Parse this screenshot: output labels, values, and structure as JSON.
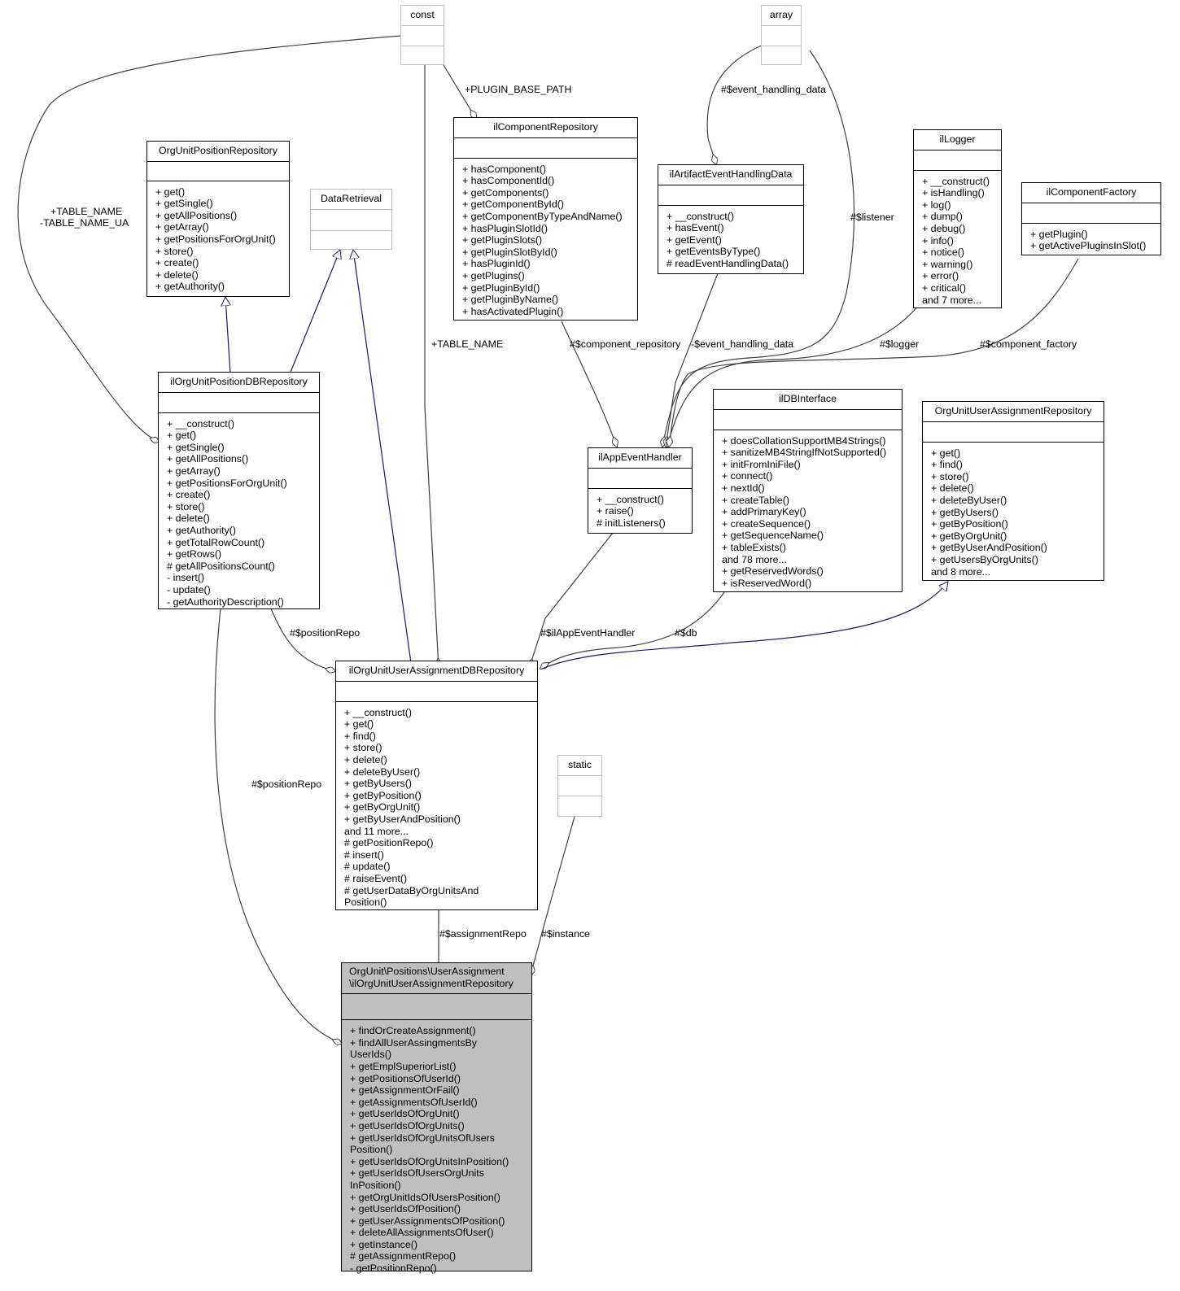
{
  "classes": {
    "const": {
      "name": "const",
      "ops": []
    },
    "array": {
      "name": "array",
      "ops": []
    },
    "static": {
      "name": "static",
      "ops": []
    },
    "data_retrieval": {
      "name": "DataRetrieval",
      "ops": []
    },
    "org_unit_position_repository": {
      "name": "OrgUnitPositionRepository",
      "ops": [
        "+ get()",
        "+ getSingle()",
        "+ getAllPositions()",
        "+ getArray()",
        "+ getPositionsForOrgUnit()",
        "+ store()",
        "+ create()",
        "+ delete()",
        "+ getAuthority()"
      ]
    },
    "il_component_repository": {
      "name": "ilComponentRepository",
      "ops": [
        "+ hasComponent()",
        "+ hasComponentId()",
        "+ getComponents()",
        "+ getComponentById()",
        "+ getComponentByTypeAndName()",
        "+ hasPluginSlotId()",
        "+ getPluginSlots()",
        "+ getPluginSlotById()",
        "+ hasPluginId()",
        "+ getPlugins()",
        "+ getPluginById()",
        "+ getPluginByName()",
        "+ hasActivatedPlugin()"
      ]
    },
    "il_artifact_event_handling_data": {
      "name": "ilArtifactEventHandlingData",
      "ops": [
        "+ __construct()",
        "+ hasEvent()",
        "+ getEvent()",
        "+ getEventsByType()",
        "# readEventHandlingData()"
      ]
    },
    "il_logger": {
      "name": "ilLogger",
      "ops": [
        "+ __construct()",
        "+ isHandling()",
        "+ log()",
        "+ dump()",
        "+ debug()",
        "+ info()",
        "+ notice()",
        "+ warning()",
        "+ error()",
        "+ critical()",
        "and 7 more..."
      ]
    },
    "il_component_factory": {
      "name": "ilComponentFactory",
      "ops": [
        "+ getPlugin()",
        "+ getActivePluginsInSlot()"
      ]
    },
    "il_org_unit_position_db_repository": {
      "name": "ilOrgUnitPositionDBRepository",
      "ops": [
        "+ __construct()",
        "+ get()",
        "+ getSingle()",
        "+ getAllPositions()",
        "+ getArray()",
        "+ getPositionsForOrgUnit()",
        "+ create()",
        "+ store()",
        "+ delete()",
        "+ getAuthority()",
        "+ getTotalRowCount()",
        "+ getRows()",
        "# getAllPositionsCount()",
        "- insert()",
        "- update()",
        "- getAuthorityDescription()"
      ]
    },
    "il_app_event_handler": {
      "name": "ilAppEventHandler",
      "ops": [
        "+ __construct()",
        "+ raise()",
        "# initListeners()"
      ]
    },
    "il_db_interface": {
      "name": "ilDBInterface",
      "ops": [
        "+ doesCollationSupportMB4Strings()",
        "+ sanitizeMB4StringIfNotSupported()",
        "+ initFromIniFile()",
        "+ connect()",
        "+ nextId()",
        "+ createTable()",
        "+ addPrimaryKey()",
        "+ createSequence()",
        "+ getSequenceName()",
        "+ tableExists()",
        "and 78 more...",
        "+ getReservedWords()",
        "+ isReservedWord()"
      ]
    },
    "org_unit_user_assignment_repository": {
      "name": "OrgUnitUserAssignmentRepository",
      "ops": [
        "+ get()",
        "+ find()",
        "+ store()",
        "+ delete()",
        "+ deleteByUser()",
        "+ getByUsers()",
        "+ getByPosition()",
        "+ getByOrgUnit()",
        "+ getByUserAndPosition()",
        "+ getUsersByOrgUnits()",
        "and 8 more..."
      ]
    },
    "il_org_unit_user_assignment_db_repository": {
      "name": "ilOrgUnitUserAssignmentDBRepository",
      "ops": [
        "+ __construct()",
        "+ get()",
        "+ find()",
        "+ store()",
        "+ delete()",
        "+ deleteByUser()",
        "+ getByUsers()",
        "+ getByPosition()",
        "+ getByOrgUnit()",
        "+ getByUserAndPosition()",
        "and 11 more...",
        "# getPositionRepo()",
        "# insert()",
        "# update()",
        "# raiseEvent()",
        "# getUserDataByOrgUnitsAnd",
        "Position()"
      ]
    },
    "main": {
      "name_line1": "OrgUnit\\Positions\\UserAssignment",
      "name_line2": "\\ilOrgUnitUserAssignmentRepository",
      "ops": [
        "+ findOrCreateAssignment()",
        "+ findAllUserAssingmentsBy",
        "UserIds()",
        "+ getEmplSuperiorList()",
        "+ getPositionsOfUserId()",
        "+ getAssignmentOrFail()",
        "+ getAssignmentsOfUserId()",
        "+ getUserIdsOfOrgUnit()",
        "+ getUserIdsOfOrgUnits()",
        "+ getUserIdsOfOrgUnitsOfUsers",
        "Position()",
        "+ getUserIdsOfOrgUnitsInPosition()",
        "+ getUserIdsOfUsersOrgUnits",
        "InPosition()",
        "+ getOrgUnitIdsOfUsersPosition()",
        "+ getUserIdsOfPosition()",
        "+ getUserAssignmentsOfPosition()",
        "+ deleteAllAssignmentsOfUser()",
        "+ getInstance()",
        "# getAssignmentRepo()",
        "- getPositionRepo()"
      ]
    }
  },
  "edge_labels": {
    "plugin_base_path": "+PLUGIN_BASE_PATH",
    "event_handling_data_hash": "#$event_handling_data",
    "table_name_1": "+TABLE_NAME",
    "table_name_ua": "-TABLE_NAME_UA",
    "listener": "#$listener",
    "table_name_2": "+TABLE_NAME",
    "component_repository": "#$component_repository",
    "event_handling_data_minus": "-$event_handling_data",
    "logger": "#$logger",
    "component_factory": "#$component_factory",
    "position_repo_1": "#$positionRepo",
    "il_app_event_handler": "#$ilAppEventHandler",
    "db": "#$db",
    "position_repo_2": "#$positionRepo",
    "assignment_repo": "#$assignmentRepo",
    "instance": "#$instance"
  },
  "colors": {
    "association": "#404040",
    "inheritance": "#191970",
    "ghost_border": "#bfbfbf",
    "main_fill": "#bfbfbf"
  }
}
